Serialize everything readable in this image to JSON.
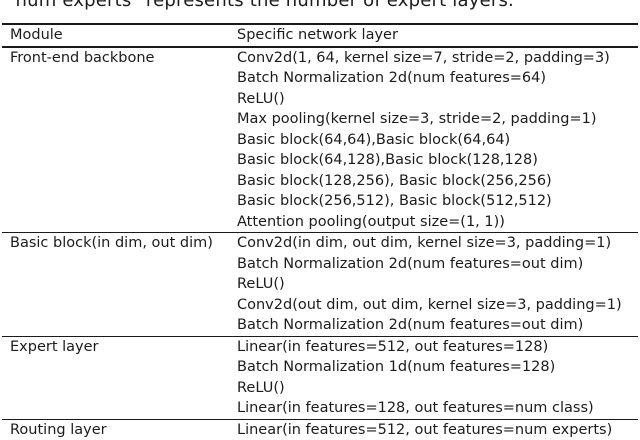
{
  "caption": "\"num experts\" represents the number of expert layers.",
  "table": {
    "columns": [
      "Module",
      "Specific network layer"
    ],
    "rows": [
      {
        "module": "Front-end backbone",
        "layers": [
          "Conv2d(1, 64, kernel size=7, stride=2, padding=3)",
          "Batch Normalization 2d(num features=64)",
          "ReLU()",
          "Max pooling(kernel size=3, stride=2, padding=1)",
          "Basic block(64,64),Basic block(64,64)",
          "Basic block(64,128),Basic block(128,128)",
          "Basic block(128,256), Basic block(256,256)",
          "Basic block(256,512), Basic block(512,512)",
          "Attention pooling(output size=(1, 1))"
        ]
      },
      {
        "module": "Basic block(in dim, out dim)",
        "layers": [
          "Conv2d(in dim, out dim, kernel size=3, padding=1)",
          "Batch Normalization 2d(num features=out dim)",
          "ReLU()",
          "Conv2d(out dim, out dim, kernel size=3, padding=1)",
          "Batch Normalization 2d(num features=out dim)"
        ]
      },
      {
        "module": "Expert layer",
        "layers": [
          "Linear(in features=512, out features=128)",
          "Batch Normalization 1d(num features=128)",
          "ReLU()",
          "Linear(in features=128, out features=num class)"
        ]
      },
      {
        "module": "Routing layer",
        "layers": [
          "Linear(in features=512, out features=num experts)"
        ]
      }
    ]
  },
  "colors": {
    "background": "#ffffff",
    "text": "#1c1c1c",
    "rule": "#1a1a1a"
  }
}
